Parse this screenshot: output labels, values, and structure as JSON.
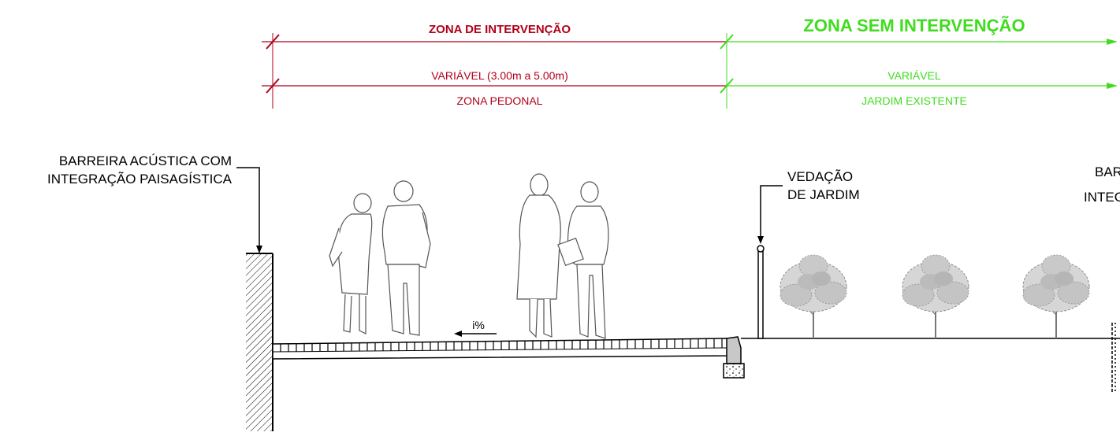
{
  "colors": {
    "intervention": "#b0001a",
    "no_intervention": "#3fdc1f",
    "line": "#000000",
    "figure": "#555555",
    "tree": "#8c8c8c"
  },
  "dimensions": {
    "intervention": {
      "title": "ZONA DE INTERVENÇÃO",
      "width_label": "VARIÁVEL (3.00m a 5.00m)",
      "zone_label": "ZONA PEDONAL"
    },
    "no_intervention": {
      "title": "ZONA SEM INTERVENÇÃO",
      "width_label": "VARIÁVEL",
      "zone_label": "JARDIM EXISTENTE"
    }
  },
  "annotations": {
    "barrier_left": [
      "BARREIRA ACÚSTICA COM",
      "INTEGRAÇÃO PAISAGÍSTICA"
    ],
    "fence": [
      "VEDAÇÃO",
      "DE JARDIM"
    ],
    "barrier_right_partial": [
      "BAR",
      "INTEG"
    ],
    "slope": "i%"
  }
}
